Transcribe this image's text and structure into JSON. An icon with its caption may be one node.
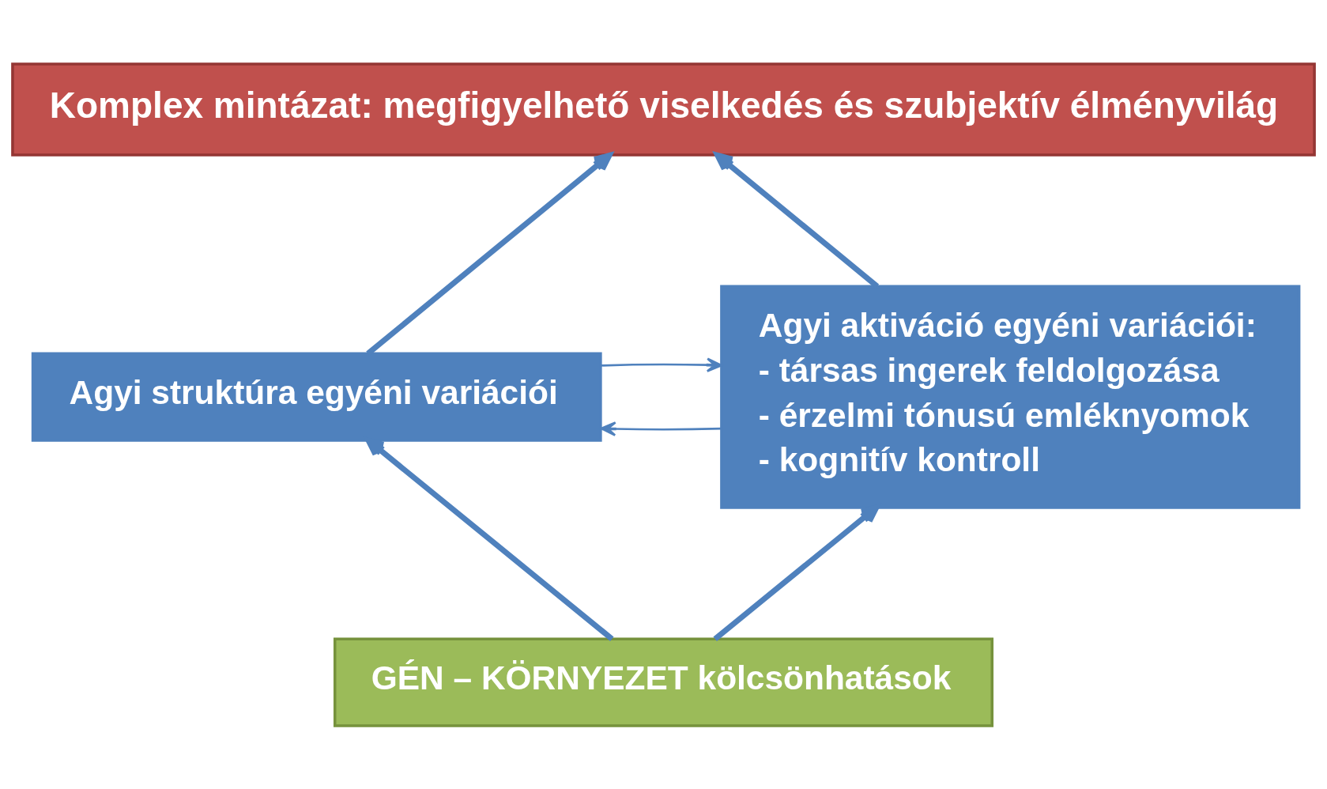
{
  "diagram": {
    "nodes": [
      {
        "text": [
          "Komplex mintázat: megfigyelhető viselkedés és szubjektív élményvilág"
        ]
      },
      {
        "text": [
          "Agyi struktúra egyéni variációi"
        ]
      },
      {
        "text": [
          "Agyi aktiváció egyéni variációi:",
          "- társas ingerek feldolgozása",
          "- érzelmi tónusú emléknyomok",
          "- kognitív kontroll"
        ]
      },
      {
        "text": [
          "GÉN – KÖRNYEZET kölcsönhatások"
        ]
      }
    ],
    "edges": [
      {
        "from": 1,
        "to": 0,
        "arrow": "to"
      },
      {
        "from": 2,
        "to": 0,
        "arrow": "to"
      },
      {
        "from": 1,
        "to": 2,
        "arrow": "to"
      },
      {
        "from": 2,
        "to": 1,
        "arrow": "to"
      },
      {
        "from": 3,
        "to": 1,
        "arrow": "to"
      },
      {
        "from": 3,
        "to": 2,
        "arrow": "to"
      }
    ]
  }
}
